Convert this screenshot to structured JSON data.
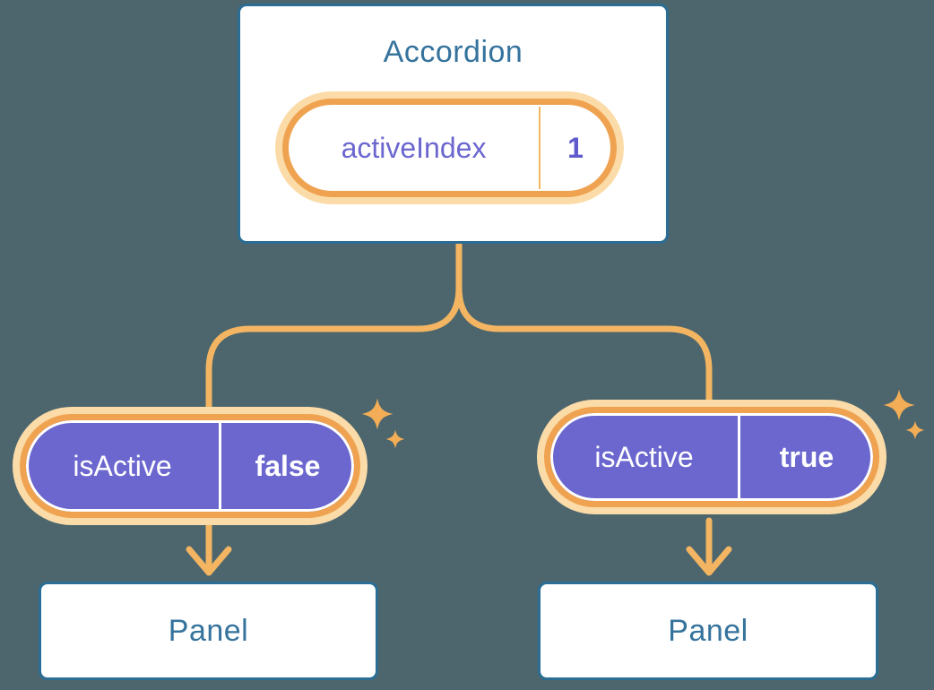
{
  "diagram": {
    "accordion": {
      "title": "Accordion",
      "pill": {
        "label": "activeIndex",
        "value": "1"
      }
    },
    "branches": [
      {
        "pill": {
          "label": "isActive",
          "value": "false"
        },
        "panel_title": "Panel"
      },
      {
        "pill": {
          "label": "isActive",
          "value": "true"
        },
        "panel_title": "Panel"
      }
    ],
    "icons": [
      "sparkle-icon",
      "arrow-down-icon"
    ],
    "colors": {
      "background": "#4D666D",
      "card_background": "#FFFFFF",
      "card_border": "#2B6D94",
      "card_title_text": "#35739D",
      "pill_border_orange": "#EFA351",
      "pill_outer_glow": "#FBDCA8",
      "pill_purple_fill": "#6B67CF",
      "pill_purple_text": "#FFFFFF",
      "pill_state_text": "#6B67CF",
      "pill_state_value_text": "#5F5BCD",
      "connector_line": "#F3B562",
      "sparkle": "#F2AD56"
    }
  }
}
